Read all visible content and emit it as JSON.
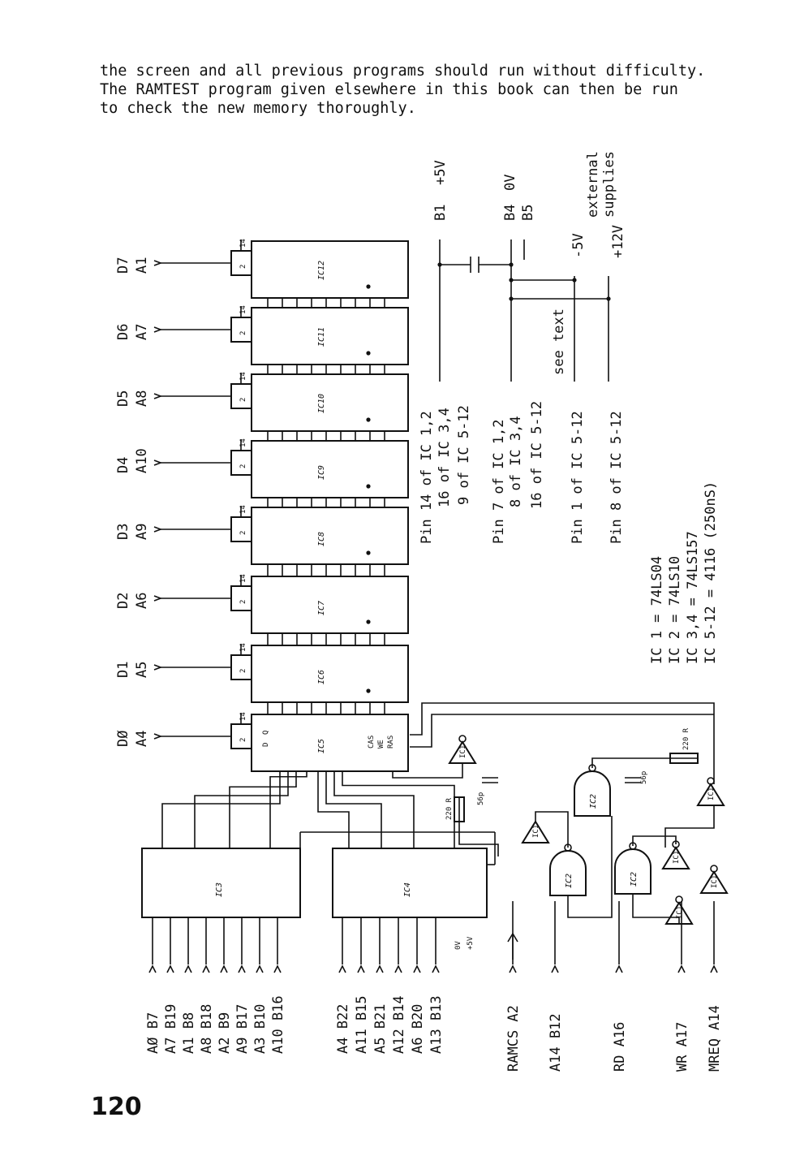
{
  "intro_lines": [
    "the screen and all previous programs should run without difficulty.",
    "The RAMTEST program given elsewhere in this book can then be run",
    "to check the new memory thoroughly."
  ],
  "page_number": "120",
  "diagram": {
    "top_labels": [
      {
        "data": "D7",
        "addr": "A1",
        "ic": "IC12"
      },
      {
        "data": "D6",
        "addr": "A7",
        "ic": "IC11"
      },
      {
        "data": "D5",
        "addr": "A8",
        "ic": "IC10"
      },
      {
        "data": "D4",
        "addr": "A10",
        "ic": "IC9"
      },
      {
        "data": "D3",
        "addr": "A9",
        "ic": "IC8"
      },
      {
        "data": "D2",
        "addr": "A6",
        "ic": "IC7"
      },
      {
        "data": "D1",
        "addr": "A5",
        "ic": "IC6"
      },
      {
        "data": "DØ",
        "addr": "A4",
        "ic": "IC5"
      }
    ],
    "ic5_pins": {
      "d": "D",
      "q": "Q",
      "cas": "CAS",
      "we": "WE",
      "ras": "RAS"
    },
    "pin_nums": {
      "two": "2",
      "fourteen": "14"
    },
    "power": {
      "b1": "B1",
      "p5v": "+5V",
      "b4": "B4",
      "ov": "0V",
      "b5": "B5",
      "m5v": "-5V",
      "p12v": "+12V",
      "external": "external",
      "supplies": "supplies",
      "see_text": "see text"
    },
    "pin_notes": [
      "Pin 14 of IC 1,2",
      "16 of IC 3,4",
      "9 of IC 5-12",
      "Pin 7 of IC 1,2",
      "8 of IC 3,4",
      "16 of IC 5-12",
      "Pin 1 of IC 5-12",
      "Pin 8 of IC 5-12"
    ],
    "ic_types": [
      "IC 1 = 74LS04",
      "IC 2 = 74LS10",
      "IC 3,4 = 74LS157",
      "IC 5-12 = 4116 (250nS)"
    ],
    "ic3_label": "IC3",
    "ic4_label": "IC4",
    "ic2_label": "IC2",
    "ic1_label": "IC1",
    "resistor": "220 R",
    "cap": "56p",
    "ic3_inputs": [
      "AØ B7",
      "A7 B19",
      "A1 B8",
      "A8 B18",
      "A2 B9",
      "A9 B17",
      "A3 B10",
      "A10 B16"
    ],
    "ic4_inputs": [
      "A4 B22",
      "A11 B15",
      "A5 B21",
      "A12 B14",
      "A6 B20",
      "A13 B13"
    ],
    "control_inputs": [
      "RAMCS A2",
      "A14 B12",
      "RD A16",
      "WR A17",
      "MREQ A14"
    ],
    "supply_small": {
      "ov": "0V",
      "p5v": "+5V"
    }
  }
}
